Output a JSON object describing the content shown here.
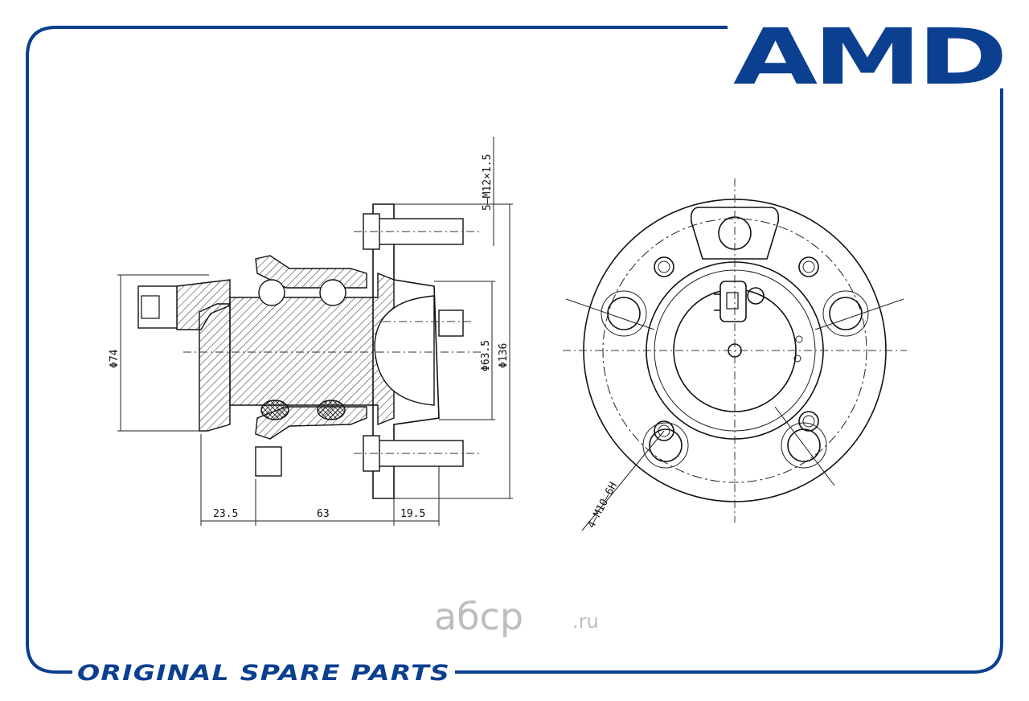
{
  "brand": {
    "logo_text": "AMD",
    "color": "#0b3f8f"
  },
  "footer": {
    "text": "ORIGINAL SPARE PARTS"
  },
  "watermark": {
    "text": "aбcp",
    "suffix": ".ru"
  },
  "dimensions": {
    "dia_74": "Φ74",
    "dia_63_5": "Φ63.5",
    "dia_136": "Φ136",
    "stud_thread": "5—M12×1.5",
    "len_23_5": "23.5",
    "len_63": "63",
    "len_19_5": "19.5",
    "mount_thread": "4—M10—6H"
  }
}
